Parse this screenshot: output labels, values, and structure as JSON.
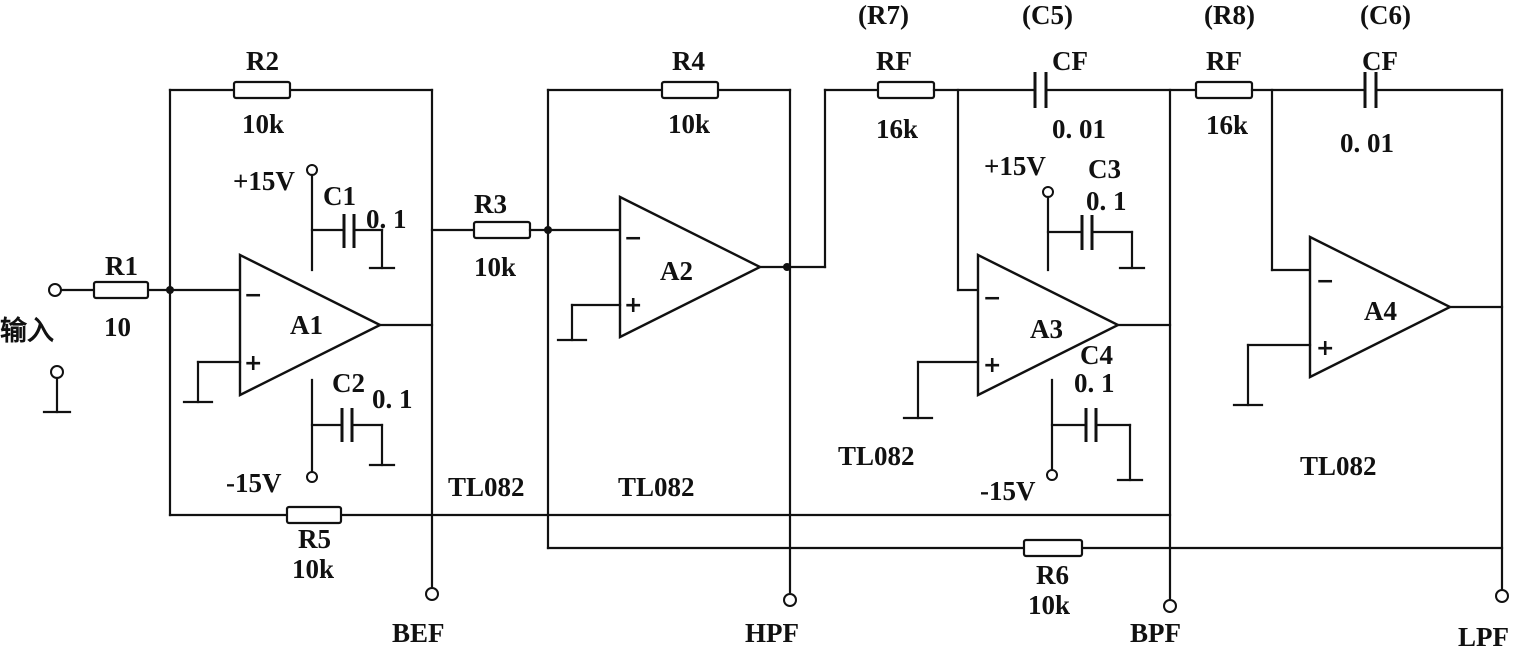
{
  "labels": {
    "input": "输入",
    "R1": "R1",
    "R1_val": "10",
    "R2": "R2",
    "R2_val": "10k",
    "R3": "R3",
    "R3_val": "10k",
    "R4": "R4",
    "R4_val": "10k",
    "R5": "R5",
    "R5_val": "10k",
    "R6": "R6",
    "R6_val": "10k",
    "R7": "(R7)",
    "RF1": "RF",
    "RF1_val": "16k",
    "R8": "(R8)",
    "RF2": "RF",
    "RF2_val": "16k",
    "C5": "(C5)",
    "CF1": "CF",
    "CF1_val": "0. 01",
    "C6": "(C6)",
    "CF2": "CF",
    "CF2_val": "0. 01",
    "C1": "C1",
    "C1_val": "0. 1",
    "C2": "C2",
    "C2_val": "0. 1",
    "C3": "C3",
    "C3_val": "0. 1",
    "C4": "C4",
    "C4_val": "0. 1",
    "A1": "A1",
    "A2": "A2",
    "A3": "A3",
    "A4": "A4",
    "p15_a1": "+15V",
    "m15_a1": "-15V",
    "p15_a3": "+15V",
    "m15_a3": "-15V",
    "tl_1": "TL082",
    "tl_2": "TL082",
    "tl_3": "TL082",
    "tl_4": "TL082",
    "BEF": "BEF",
    "HPF": "HPF",
    "BPF": "BPF",
    "LPF": "LPF",
    "minus": "−",
    "plus": "+"
  }
}
